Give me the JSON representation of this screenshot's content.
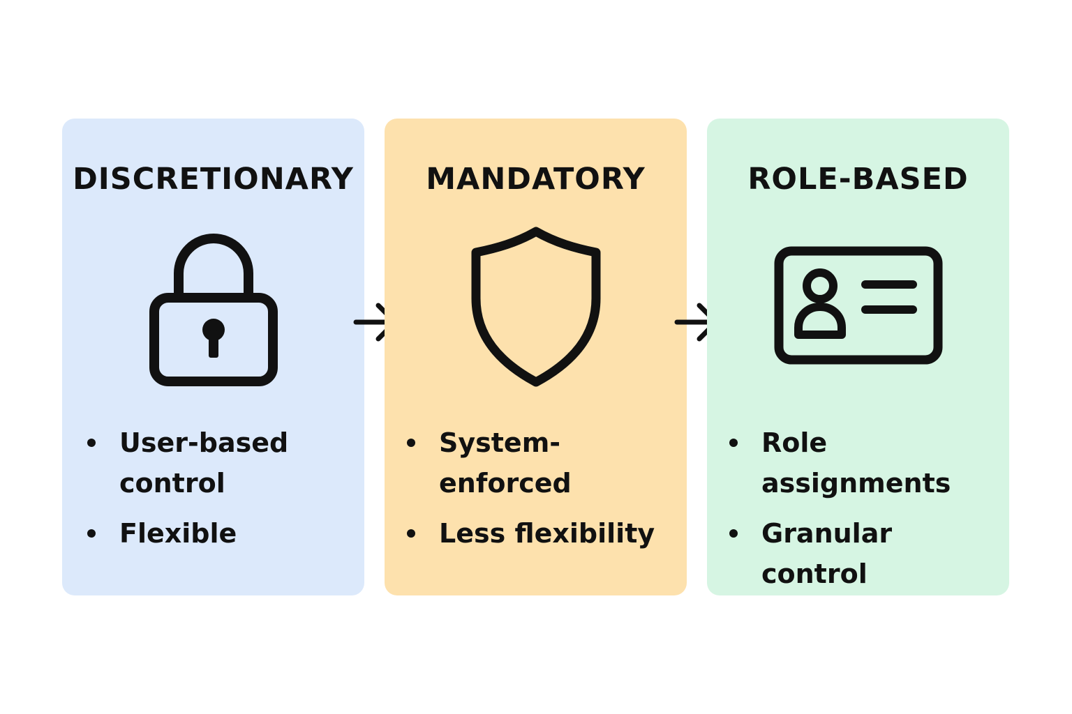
{
  "colors": {
    "card1_bg": "#dce9fb",
    "card2_bg": "#fde1ad",
    "card3_bg": "#d6f5e3",
    "stroke": "#111111"
  },
  "cards": [
    {
      "title": "DISCRETIONARY",
      "icon": "lock-icon",
      "bullets": [
        "User-based control",
        "Flexible"
      ]
    },
    {
      "title": "MANDATORY",
      "icon": "shield-icon",
      "bullets": [
        "System-enforced",
        "Less flexibility"
      ]
    },
    {
      "title": "ROLE-BASED",
      "icon": "id-card-icon",
      "bullets": [
        "Role assignments",
        "Granular control"
      ]
    }
  ],
  "connectors": [
    "arrow-right-icon",
    "arrow-right-icon"
  ]
}
